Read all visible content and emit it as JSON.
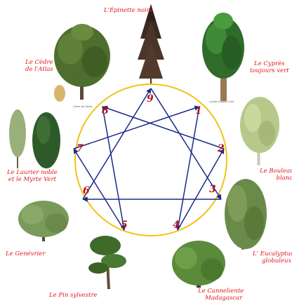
{
  "diagram": {
    "points": [
      "1",
      "2",
      "3",
      "4",
      "5",
      "6",
      "7",
      "8",
      "9"
    ],
    "trees": [
      {
        "number": "9",
        "label": "L'Épinette noire"
      },
      {
        "number": "1",
        "label": "Le Cyprès toujours vert"
      },
      {
        "number": "2",
        "label": "Le Bouleau blanc"
      },
      {
        "number": "3",
        "label": "L' Eucalyptus globuleux"
      },
      {
        "number": "4",
        "label": "Le Canneliente Madagascar"
      },
      {
        "number": "5",
        "label": "Le Pin sylvestre"
      },
      {
        "number": "6",
        "label": "Le Genévrier"
      },
      {
        "number": "7",
        "label": "Le Laurier noble et le Myrte Vert"
      },
      {
        "number": "8",
        "label": "Le Cèdre de l'Atlas"
      }
    ],
    "captions": {
      "spruce": "L'Épinette noire",
      "cypress_line1": "Le Cyprès",
      "cypress_line2": "toujours vert",
      "birch_line1": "Le Bouleau",
      "birch_line2": "blanc",
      "eucalyptus_line1": "L' Eucalyptus",
      "eucalyptus_line2": "globuleux",
      "cinnamon_line1": "Le Canneliente",
      "cinnamon_line2": "Madagascar",
      "pine": "Le Pin sylvestre",
      "juniper": "Le Genévrier",
      "laurel_line1": "Le Laurier noble",
      "laurel_line2": "et le Myrte Vert",
      "cedar_line1": "Le Cèdre",
      "cedar_line2": "de l'Atlas"
    },
    "tiny_labels": {
      "cypress_photo": "Cyprès toujours vert",
      "cedar_photo": "Cèdre de l'Atlas"
    },
    "colors": {
      "circle": "#f2c21a",
      "lines": "#1a2a8c",
      "numbers": "#b3121c",
      "captions": "#e0161b"
    }
  }
}
